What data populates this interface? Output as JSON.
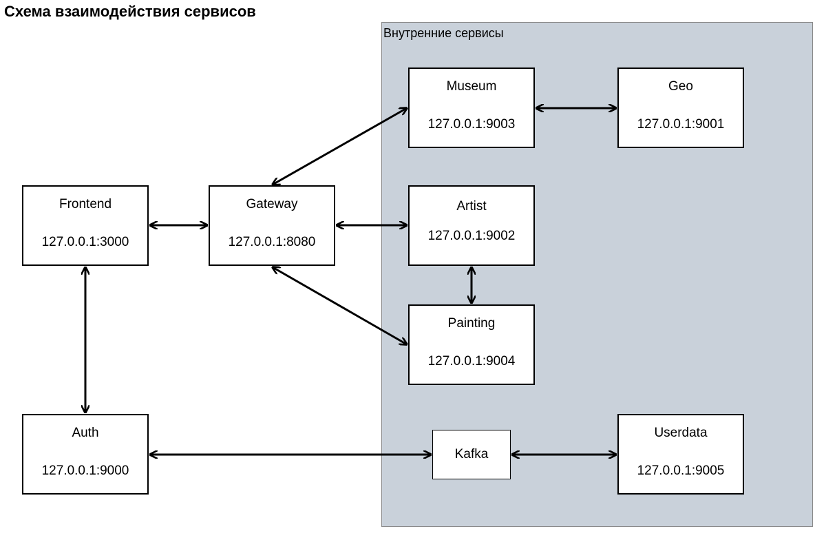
{
  "title": "Схема взаимодействия сервисов",
  "group": {
    "label": "Внутренние сервисы",
    "fill": "#c9d1da",
    "border": "#8a8a8a"
  },
  "nodes": {
    "frontend": {
      "name": "Frontend",
      "address": "127.0.0.1:3000"
    },
    "gateway": {
      "name": "Gateway",
      "address": "127.0.0.1:8080"
    },
    "museum": {
      "name": "Museum",
      "address": "127.0.0.1:9003"
    },
    "geo": {
      "name": "Geo",
      "address": "127.0.0.1:9001"
    },
    "artist": {
      "name": "Artist",
      "address": "127.0.0.1:9002"
    },
    "painting": {
      "name": "Painting",
      "address": "127.0.0.1:9004"
    },
    "auth": {
      "name": "Auth",
      "address": "127.0.0.1:9000"
    },
    "kafka": {
      "name": "Kafka"
    },
    "userdata": {
      "name": "Userdata",
      "address": "127.0.0.1:9005"
    }
  },
  "edges": [
    {
      "from": "frontend",
      "to": "gateway",
      "direction": "both"
    },
    {
      "from": "gateway",
      "to": "museum",
      "direction": "both"
    },
    {
      "from": "gateway",
      "to": "artist",
      "direction": "both"
    },
    {
      "from": "gateway",
      "to": "painting",
      "direction": "both"
    },
    {
      "from": "museum",
      "to": "geo",
      "direction": "both"
    },
    {
      "from": "artist",
      "to": "painting",
      "direction": "both"
    },
    {
      "from": "frontend",
      "to": "auth",
      "direction": "both"
    },
    {
      "from": "auth",
      "to": "kafka",
      "direction": "both"
    },
    {
      "from": "kafka",
      "to": "userdata",
      "direction": "both"
    }
  ]
}
